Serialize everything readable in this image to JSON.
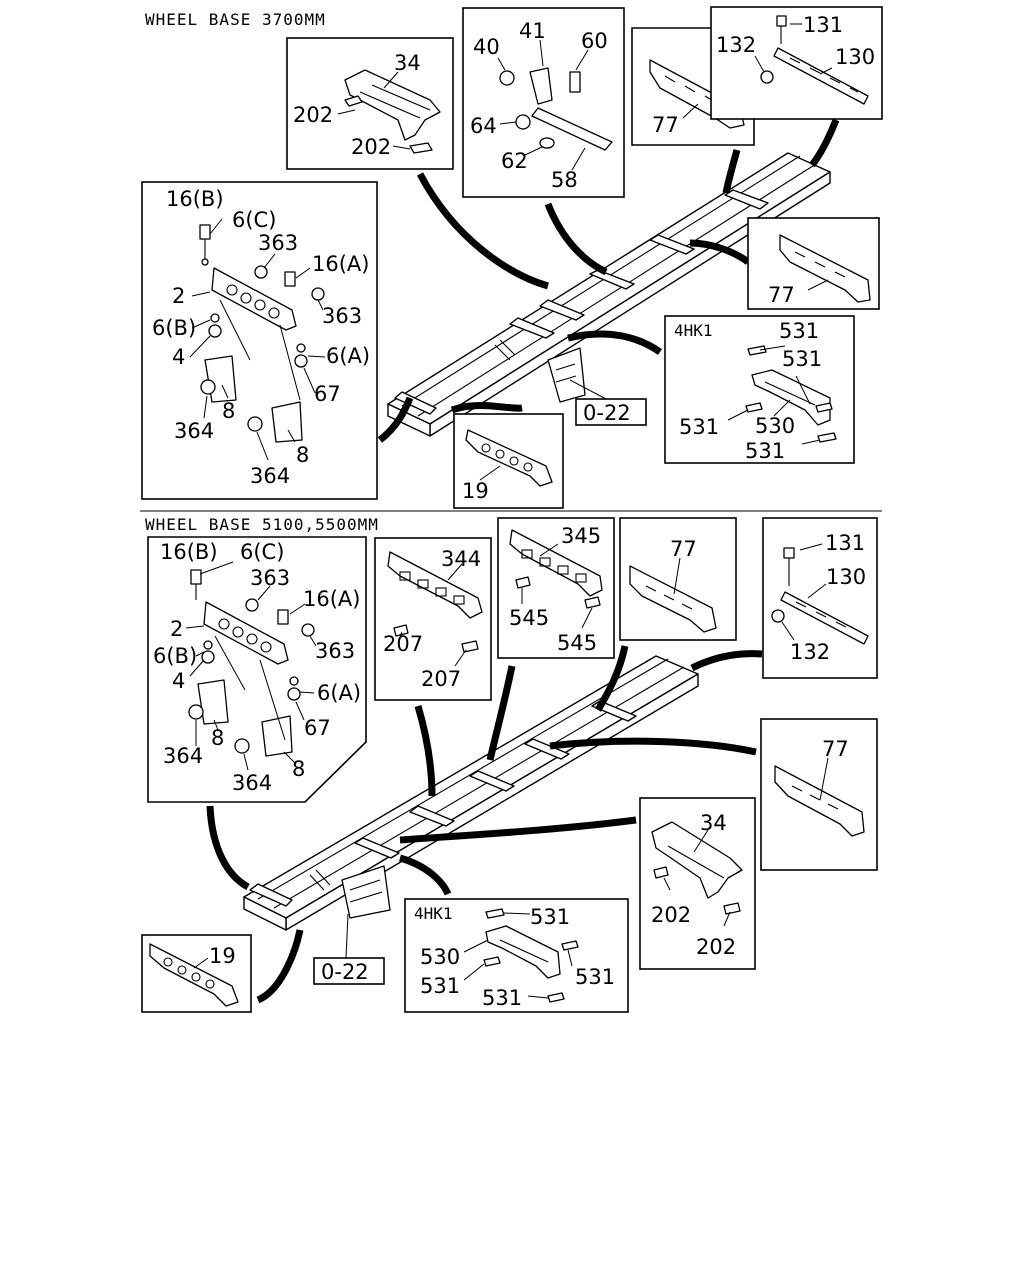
{
  "headers": {
    "top": "WHEEL BASE 3700MM",
    "bottom": "WHEEL BASE 5100,5500MM"
  },
  "top_section": {
    "box_34": {
      "l1": "34",
      "l2": "202",
      "l3": "202"
    },
    "box_41": {
      "l1": "40",
      "l2": "41",
      "l3": "60",
      "l4": "64",
      "l5": "62",
      "l6": "58"
    },
    "box_77a": {
      "l1": "77"
    },
    "box_131": {
      "l1": "131",
      "l2": "132",
      "l3": "130"
    },
    "box_16": {
      "l1": "16(B)",
      "l2": "6(C)",
      "l3": "363",
      "l4": "16(A)",
      "l5": "2",
      "l6": "363",
      "l7": "6(B)",
      "l8": "6(A)",
      "l9": "4",
      "l10": "67",
      "l11": "8",
      "l12": "364",
      "l13": "8",
      "l14": "364"
    },
    "box_77b": {
      "l1": "77"
    },
    "box_4hk1": {
      "tag": "4HK1",
      "l1": "531",
      "l2": "531",
      "l3": "531",
      "l4": "530",
      "l5": "531"
    },
    "ref": "0-22",
    "box_19": {
      "l1": "19"
    }
  },
  "bottom_section": {
    "box_16": {
      "l1": "16(B)",
      "l2": "6(C)",
      "l3": "363",
      "l4": "16(A)",
      "l5": "2",
      "l6": "363",
      "l7": "6(B)",
      "l8": "4",
      "l9": "6(A)",
      "l10": "67",
      "l11": "8",
      "l12": "364",
      "l13": "8",
      "l14": "364"
    },
    "box_344": {
      "l1": "344",
      "l2": "207",
      "l3": "207"
    },
    "box_345": {
      "l1": "345",
      "l2": "545",
      "l3": "545"
    },
    "box_77a": {
      "l1": "77"
    },
    "box_131": {
      "l1": "131",
      "l2": "130",
      "l3": "132"
    },
    "box_77b": {
      "l1": "77"
    },
    "box_34": {
      "l1": "34",
      "l2": "202",
      "l3": "202"
    },
    "box_4hk1": {
      "tag": "4HK1",
      "l1": "531",
      "l2": "530",
      "l3": "531",
      "l4": "531",
      "l5": "531"
    },
    "ref": "0-22",
    "box_19": {
      "l1": "19"
    }
  }
}
